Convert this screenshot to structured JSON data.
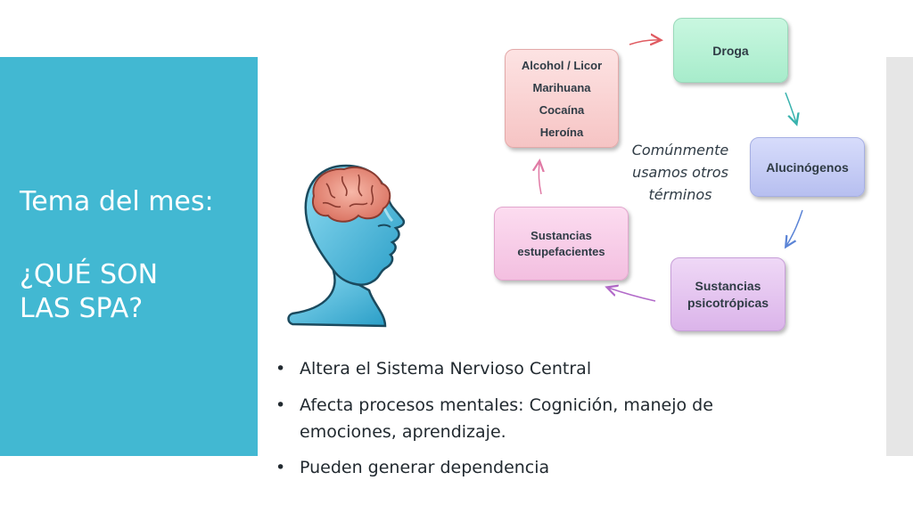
{
  "slide": {
    "title_line1": "Tema del mes:",
    "title_line2": "¿QUÉ SON",
    "title_line3": "LAS SPA?"
  },
  "cycle": {
    "droga": "Droga",
    "alucinogenos": "Alucinógenos",
    "psicotropicas": [
      "Sustancias",
      "psicotrópicas"
    ],
    "estupefacientes": [
      "Sustancias",
      "estupefacientes"
    ],
    "ejemplos": [
      "Alcohol / Licor",
      "Marihuana",
      "Cocaína",
      "Heroína"
    ]
  },
  "note": [
    "Comúnmente",
    "usamos otros",
    "términos"
  ],
  "bullets": [
    "Altera el Sistema Nervioso Central",
    "Afecta procesos mentales: Cognición, manejo de emociones, aprendizaje.",
    "Pueden generar dependencia"
  ],
  "colors": {
    "accent": "#42b8d2",
    "strip": "#e6e6e6",
    "droga": "#b8f1d5",
    "alucinogenos": "#c7cdf6",
    "psicotropicas": "#e5c6f0",
    "estupefacientes": "#f7cde7",
    "ejemplos": "#fad3d3"
  },
  "icons": [
    "head-brain-illustration",
    "bullet-dot"
  ]
}
